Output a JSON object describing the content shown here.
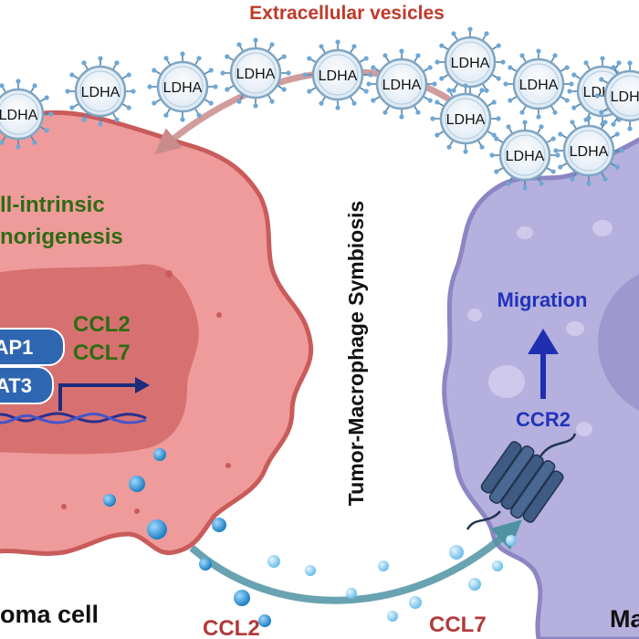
{
  "title": "Extracellular vesicles",
  "vesicle_label": "LDHA",
  "center_label": "Tumor-Macrophage Symbiosis",
  "tumor_cell": {
    "process_line1": "ll-intrinsic",
    "process_line2": "norigenesis",
    "tf1": "AP1",
    "tf2": "AT3",
    "gene1": "CCL2",
    "gene2": "CCL7",
    "name": "oma cell"
  },
  "macrophage": {
    "process": "Migration",
    "receptor": "CCR2",
    "name": "Ma"
  },
  "chemokines": {
    "left": "CCL2",
    "right": "CCL7"
  },
  "colors": {
    "tumor_fill": "#ef9b9b",
    "tumor_edge": "#c95b5b",
    "nucleus": "#d77171",
    "macrophage_fill": "#b5b0dd",
    "macrophage_edge": "#8c86c4",
    "green_text": "#2e6b12",
    "blue_text": "#2233bb",
    "red_text": "#c0392b",
    "ev_arrow": "#c98b8b",
    "chemokine_arrow": "#4f93a3",
    "receptor": "#3f5b83"
  }
}
